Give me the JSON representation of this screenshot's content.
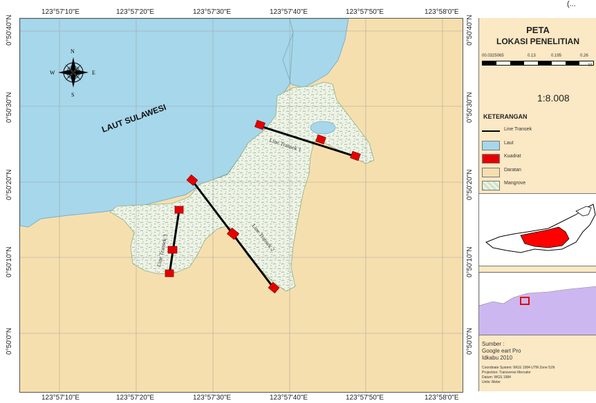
{
  "corner_text": "(...",
  "map": {
    "sea_label": "LAUT SULAWESI",
    "compass": {
      "n": "N",
      "s": "S",
      "e": "E",
      "w": "W"
    },
    "transects": [
      {
        "label": "Line Transek 1"
      },
      {
        "label": "Line Transek 2"
      },
      {
        "label": "Line Transek 3"
      }
    ],
    "longitude_ticks": [
      "123°57'10\"E",
      "123°57'20\"E",
      "123°57'30\"E",
      "123°57'40\"E",
      "123°57'50\"E",
      "123°58'0\"E"
    ],
    "latitude_ticks": [
      "0°50'40\"N",
      "0°50'30\"N",
      "0°50'20\"N",
      "0°50'10\"N",
      "0°50'0\"N"
    ]
  },
  "legend": {
    "title_line1": "PETA",
    "title_line2": "LOKASI PENELITIAN",
    "scalebar_labels": [
      "00.0325065",
      "0.13",
      "0.195",
      "0.26"
    ],
    "scalebar_unit": "M",
    "scale": "1:8.008",
    "keterangan_title": "KETERANGAN",
    "items": [
      {
        "label": "Line Transek",
        "kind": "line",
        "color": "#000000"
      },
      {
        "label": "Laut",
        "kind": "fill",
        "color": "#a7d7ea"
      },
      {
        "label": "Kuadrat",
        "kind": "fill",
        "color": "#e60000"
      },
      {
        "label": "Daratan",
        "kind": "fill",
        "color": "#f6dfae"
      },
      {
        "label": "Mangrove",
        "kind": "pattern",
        "color": "#cfe3c5"
      }
    ],
    "source_lines": [
      "Sumber :",
      "Google eart Pro",
      "Idkabu 2010"
    ],
    "meta_lines": [
      "Coordinate System: WGS 1984 UTM Zone 51N",
      "Projection: Transverse Mercator",
      "Datum: WGS 1984",
      "Units: Meter"
    ]
  },
  "colors": {
    "sea": "#a7d7ea",
    "land": "#f6dfae",
    "mangrove": "#e7efe0",
    "quadrat": "#e60000",
    "inset_region": "#ff0000",
    "inset_sea2": "#cdb7f0"
  }
}
